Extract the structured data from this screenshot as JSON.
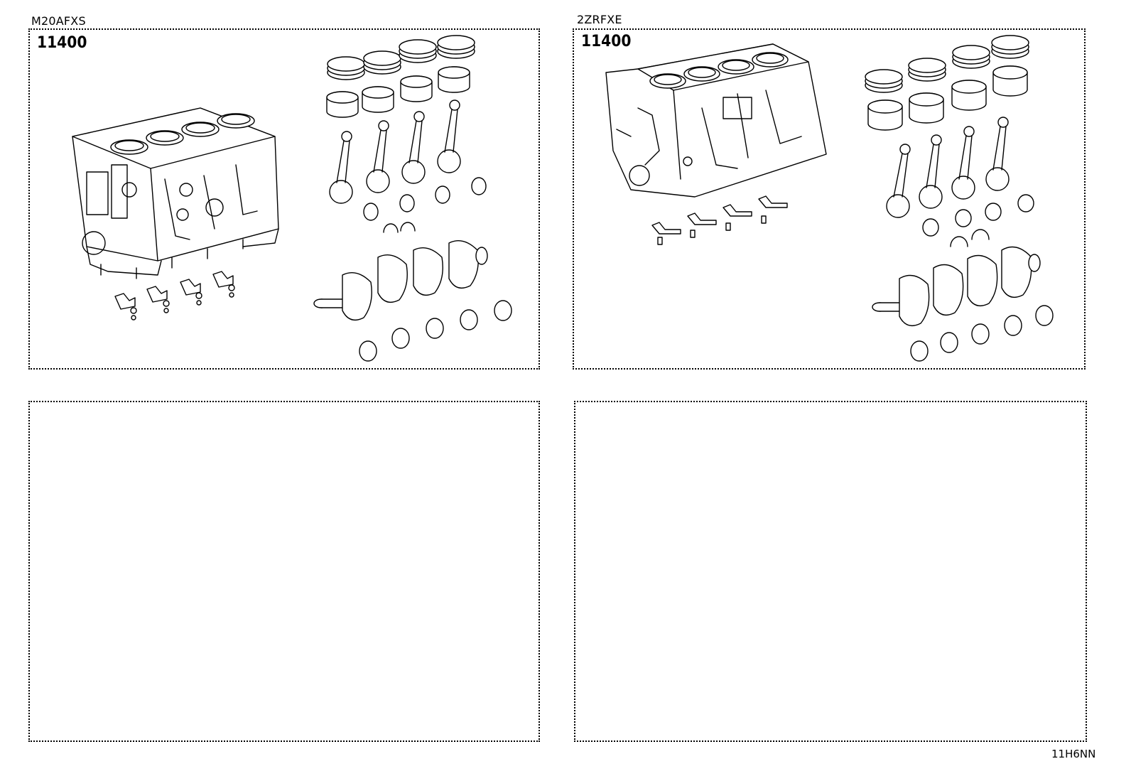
{
  "panels": [
    {
      "engine_code": "M20AFXS",
      "part_number": "11400",
      "illustration": "short-block-assembly"
    },
    {
      "engine_code": "2ZRFXE",
      "part_number": "11400",
      "illustration": "short-block-assembly"
    },
    {
      "engine_code": "",
      "part_number": ""
    },
    {
      "engine_code": "",
      "part_number": ""
    }
  ],
  "diagram_code": "11H6NN",
  "colors": {
    "line": "#000000",
    "background": "#ffffff"
  }
}
